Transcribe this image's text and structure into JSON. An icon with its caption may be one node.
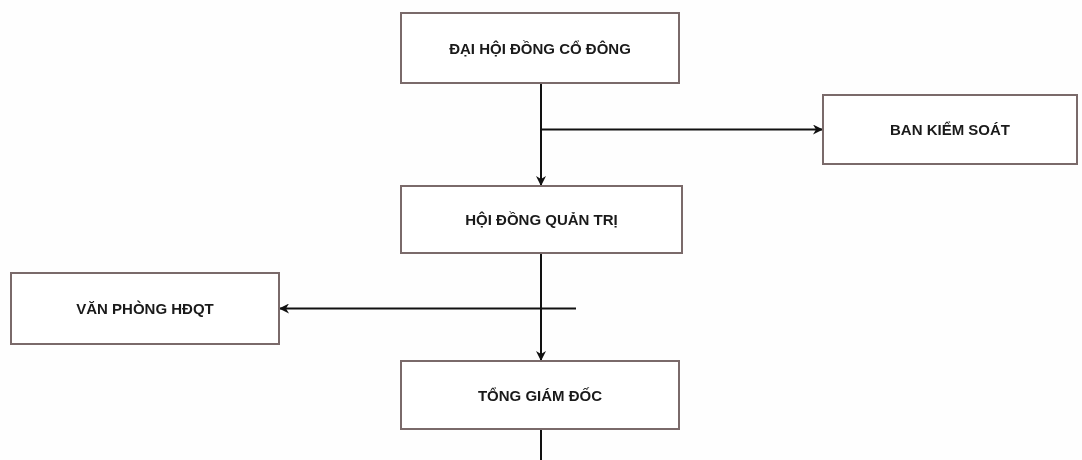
{
  "diagram": {
    "nodes": [
      {
        "text": [
          "ĐẠI HỘI ĐỒNG CỔ ĐÔNG"
        ]
      },
      {
        "text": [
          "BAN KIỂM SOÁT"
        ]
      },
      {
        "text": [
          "HỘI ĐỒNG QUẢN TRỊ"
        ]
      },
      {
        "text": [
          "VĂN PHÒNG HĐQT"
        ]
      },
      {
        "text": [
          "TỔNG GIÁM ĐỐC"
        ]
      }
    ],
    "edges": [
      {
        "from": 0,
        "to": 2,
        "arrow": "to"
      },
      {
        "from": 0,
        "to": 1,
        "arrow": "to"
      },
      {
        "from": 2,
        "to": 4,
        "arrow": "to"
      },
      {
        "from": 2,
        "to": 3,
        "arrow": "to"
      },
      {
        "from": 4,
        "to": null,
        "arrow": "none"
      }
    ]
  }
}
